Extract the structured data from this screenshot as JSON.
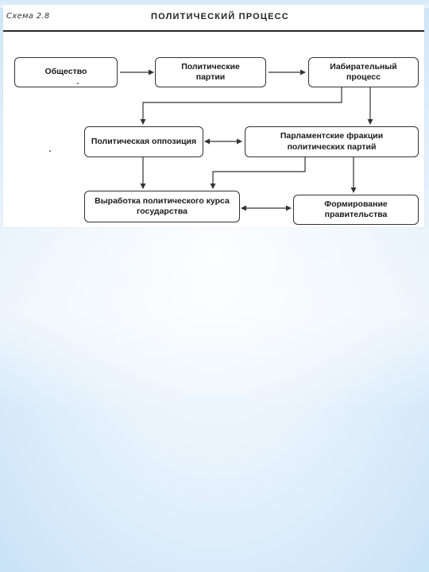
{
  "caption": "Схема 2.8",
  "title": "ПОЛИТИЧЕСКИЙ ПРОЦЕСС",
  "nodes": {
    "society": "Общество",
    "parties": "Политические\nпартии",
    "elections": "Иабирательный\nпроцесс",
    "opposition": "Политическая оппозиция",
    "factions": "Парламентские фракции\nполитических партий",
    "policy": "Выработка политического курса\nгосударства",
    "government": "Формирование\nправительства"
  }
}
